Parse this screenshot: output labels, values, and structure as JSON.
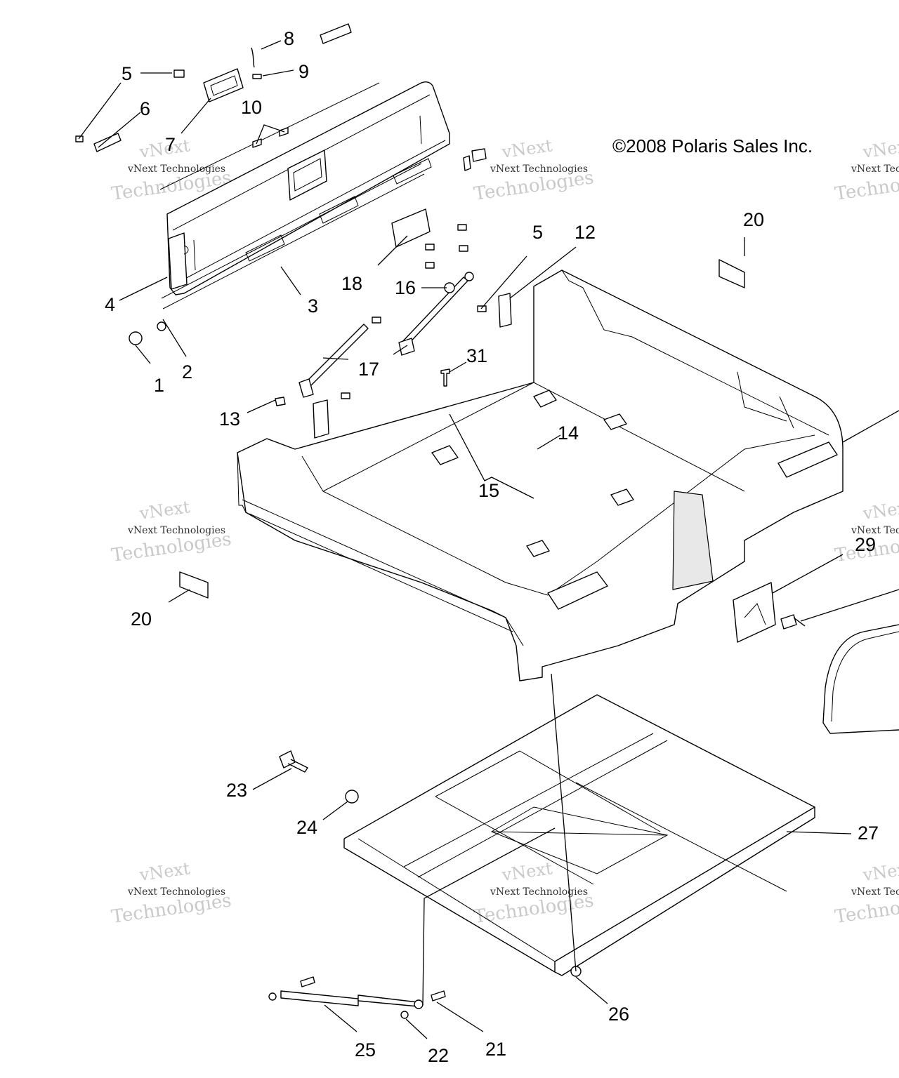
{
  "copyright": "©2008 Polaris Sales Inc.",
  "watermark": {
    "brand": "vNext",
    "line": "vNext Technologies",
    "big": "Technologies"
  },
  "callouts": [
    {
      "id": "c5a",
      "label": "5"
    },
    {
      "id": "c6",
      "label": "6"
    },
    {
      "id": "c7",
      "label": "7"
    },
    {
      "id": "c8",
      "label": "8"
    },
    {
      "id": "c9",
      "label": "9"
    },
    {
      "id": "c10",
      "label": "10"
    },
    {
      "id": "c4",
      "label": "4"
    },
    {
      "id": "c3",
      "label": "3"
    },
    {
      "id": "c1",
      "label": "1"
    },
    {
      "id": "c2",
      "label": "2"
    },
    {
      "id": "c18",
      "label": "18"
    },
    {
      "id": "c16",
      "label": "16"
    },
    {
      "id": "c5b",
      "label": "5"
    },
    {
      "id": "c12",
      "label": "12"
    },
    {
      "id": "c17",
      "label": "17"
    },
    {
      "id": "c31",
      "label": "31"
    },
    {
      "id": "c13",
      "label": "13"
    },
    {
      "id": "c14",
      "label": "14"
    },
    {
      "id": "c15",
      "label": "15"
    },
    {
      "id": "c20a",
      "label": "20"
    },
    {
      "id": "c20b",
      "label": "20"
    },
    {
      "id": "c29",
      "label": "29"
    },
    {
      "id": "c23",
      "label": "23"
    },
    {
      "id": "c24",
      "label": "24"
    },
    {
      "id": "c27",
      "label": "27"
    },
    {
      "id": "c26",
      "label": "26"
    },
    {
      "id": "c25",
      "label": "25"
    },
    {
      "id": "c22",
      "label": "22"
    },
    {
      "id": "c21",
      "label": "21"
    }
  ]
}
